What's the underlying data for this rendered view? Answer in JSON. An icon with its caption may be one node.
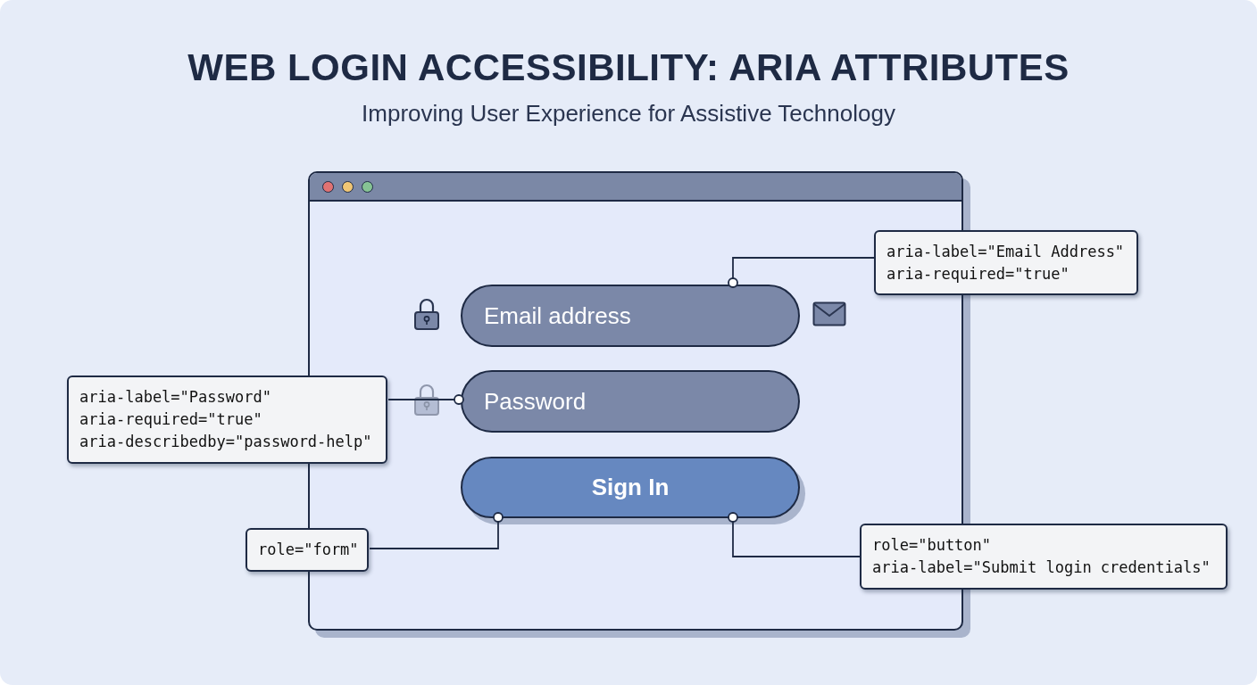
{
  "diagram": {
    "title": "WEB LOGIN ACCESSIBILITY: ARIA ATTRIBUTES",
    "caption": "Improving User Experience for Assistive Technology",
    "nodes": [
      {
        "text": [],
        "shape": "box"
      },
      {
        "text": [
          "Email address"
        ],
        "in": 0
      },
      {
        "text": [
          "Password"
        ],
        "in": 0
      },
      {
        "text": [
          "Sign In"
        ],
        "in": 0
      },
      {
        "text": [
          "aria-label=\"Email Address\"",
          "aria-required=\"true\""
        ]
      },
      {
        "text": [
          "aria-label=\"Password\"",
          "aria-required=\"true\"",
          "aria-describedby=\"password-help\""
        ]
      },
      {
        "text": [
          "role=\"form\""
        ]
      },
      {
        "text": [
          "role=\"button\"",
          "aria-label=\"Submit login credentials\""
        ]
      }
    ],
    "edges": [
      {
        "from": 4,
        "to": 1,
        "arrow": "other"
      },
      {
        "from": 5,
        "to": 2,
        "arrow": "other"
      },
      {
        "from": 6,
        "to": 3,
        "arrow": "other"
      },
      {
        "from": 7,
        "to": 3,
        "arrow": "other"
      }
    ]
  }
}
